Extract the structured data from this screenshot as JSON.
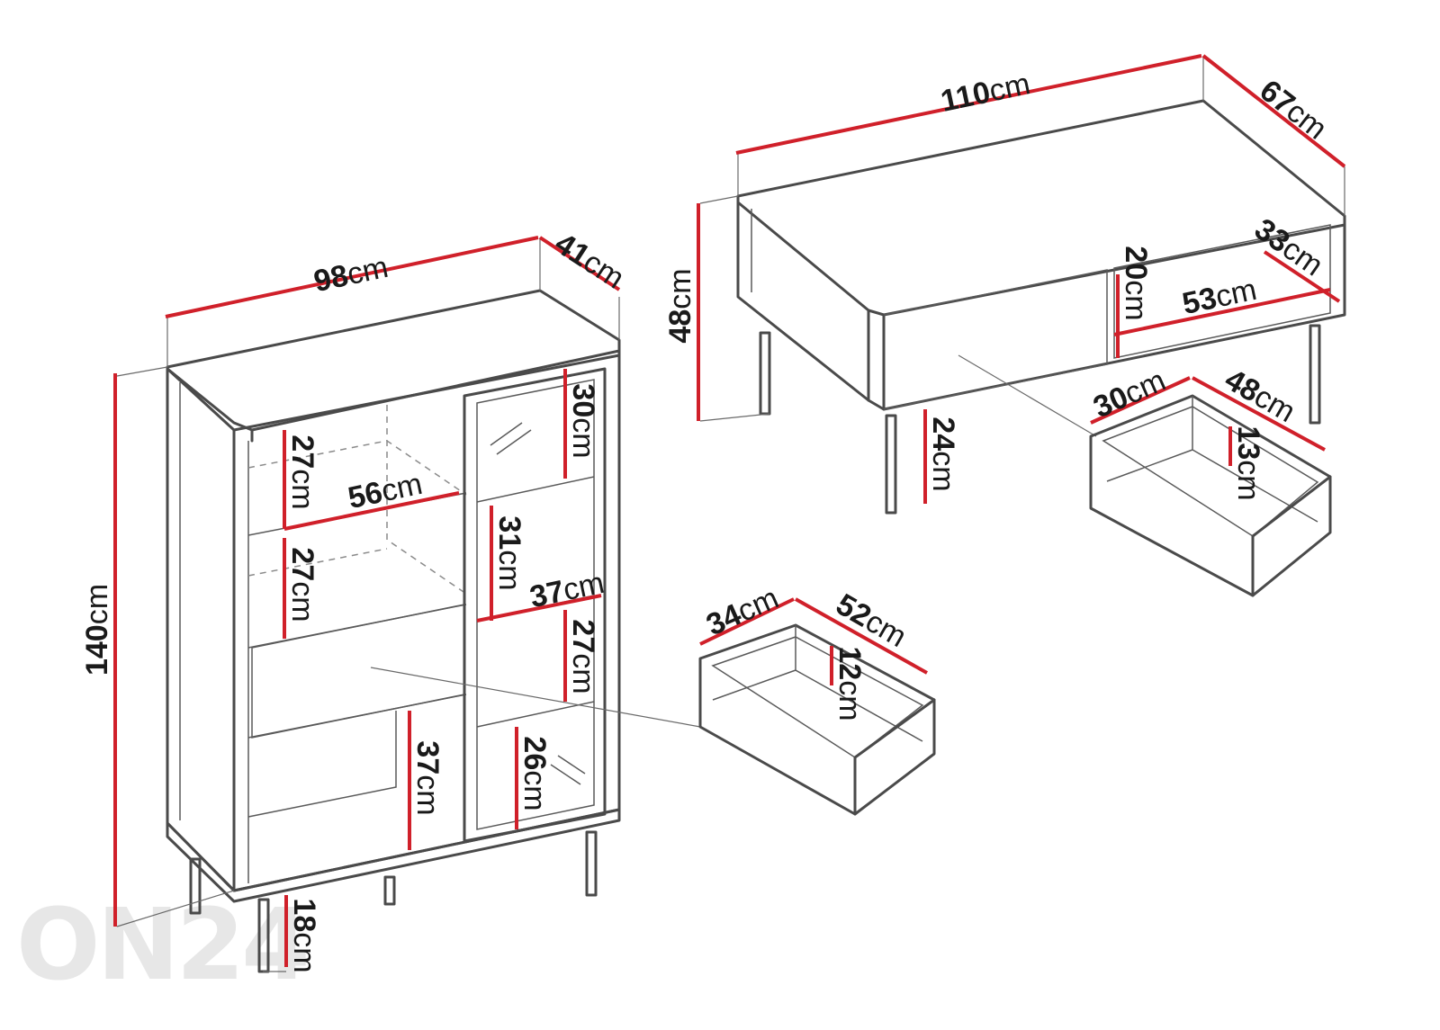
{
  "watermark": "ON24",
  "unit": "cm",
  "cabinet": {
    "width": "98",
    "depth": "41",
    "height": "140",
    "legs": "18",
    "left_shelf_upper": "27",
    "left_shelf_lower": "27",
    "left_inner_width": "56",
    "bottom_compartment": "37",
    "glass_top": "30",
    "glass_mid": "31",
    "glass_width": "37",
    "glass_lower": "27",
    "glass_bottom": "26",
    "drawer_width": "52",
    "drawer_depth": "34",
    "drawer_height": "12"
  },
  "table": {
    "width": "110",
    "depth": "67",
    "height": "48",
    "legs": "24",
    "compartment_height": "20",
    "compartment_depth": "33",
    "compartment_width": "53",
    "drawer_width": "48",
    "drawer_depth": "30",
    "drawer_height": "13"
  }
}
